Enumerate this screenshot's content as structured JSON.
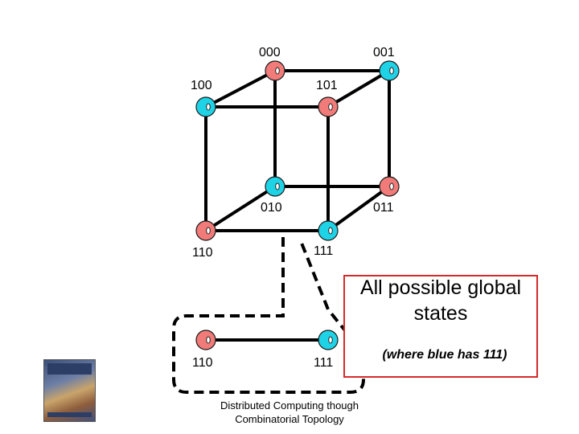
{
  "diagram": {
    "cube_labels": {
      "v000": "000",
      "v001": "001",
      "v100": "100",
      "v101": "101",
      "v010": "010",
      "v011": "011",
      "v110": "110",
      "v111": "111"
    },
    "lower_labels": {
      "v110": "110",
      "v111": "111"
    },
    "callout": {
      "line1": "All possible global",
      "line2": "states",
      "sub": "(where blue has 111)"
    },
    "caption": {
      "line1": "Distributed Computing though",
      "line2": "Combinatorial Topology"
    },
    "colors": {
      "blue_node": "#1fd3e6",
      "red_node": "#f07b78",
      "edge": "#000000",
      "callout_border": "#d62a2a"
    }
  }
}
